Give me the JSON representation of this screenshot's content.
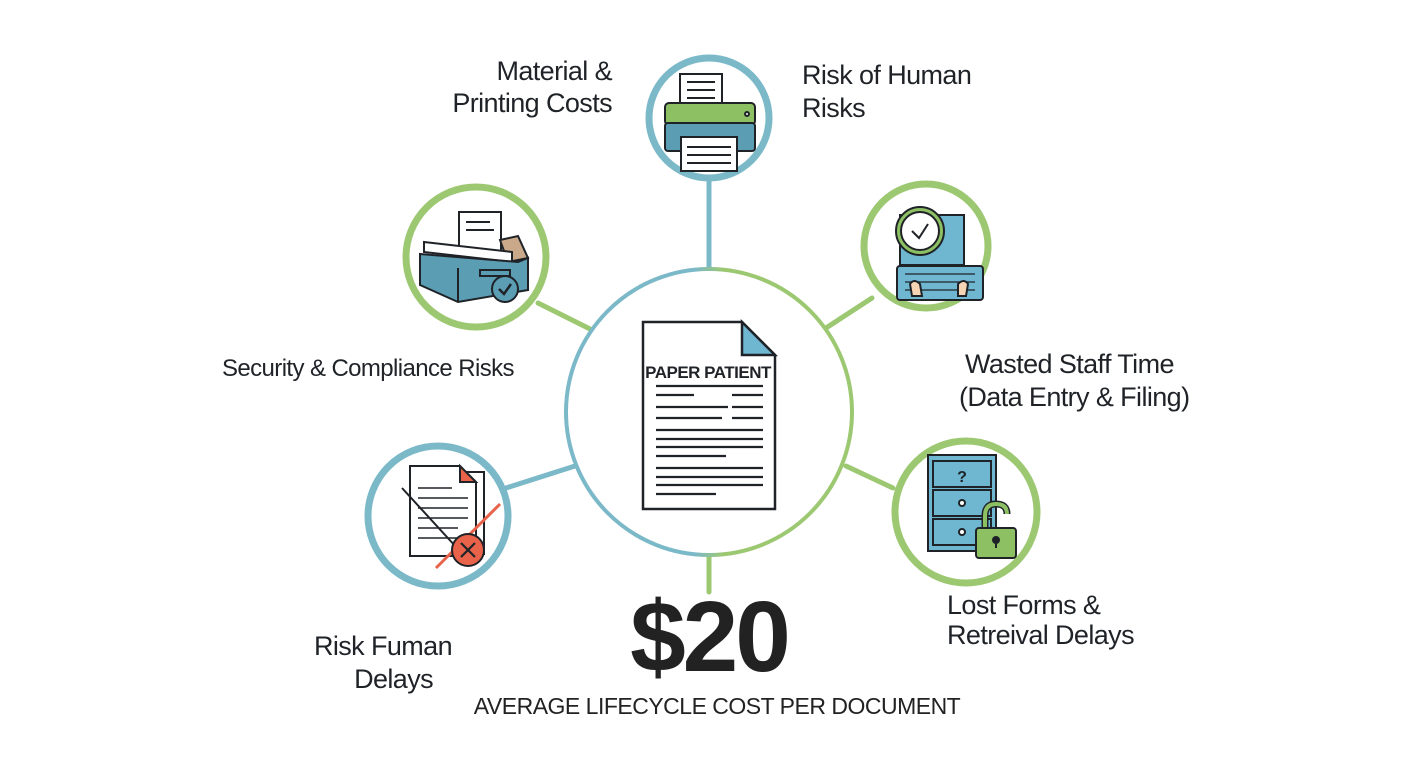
{
  "center": {
    "doc_title": "PAPER PATIENT"
  },
  "nodes": {
    "printing": {
      "line1": "Material &",
      "line2": "Printing Costs"
    },
    "human_risks": {
      "line1": "Risk of Human",
      "line2": "Risks"
    },
    "security": {
      "label": "Security & Compliance Risks"
    },
    "staff_time": {
      "line1": "Wasted Staff Time",
      "line2": "(Data Entry & Filing)"
    },
    "lost_forms": {
      "line1": "Lost Forms &",
      "line2": "Retreival Delays"
    },
    "delays": {
      "line1": "Risk Fuman",
      "line2": "Delays"
    }
  },
  "stat": {
    "value": "$20",
    "caption": "AVERAGE LIFECYCLE COST PER DOCUMENT"
  },
  "colors": {
    "blue": "#7bb9c9",
    "green": "#9dc872",
    "teal_fill": "#5b9db3",
    "green_fill": "#8cc063",
    "ink": "#1f2328",
    "alert": "#e8634a"
  }
}
